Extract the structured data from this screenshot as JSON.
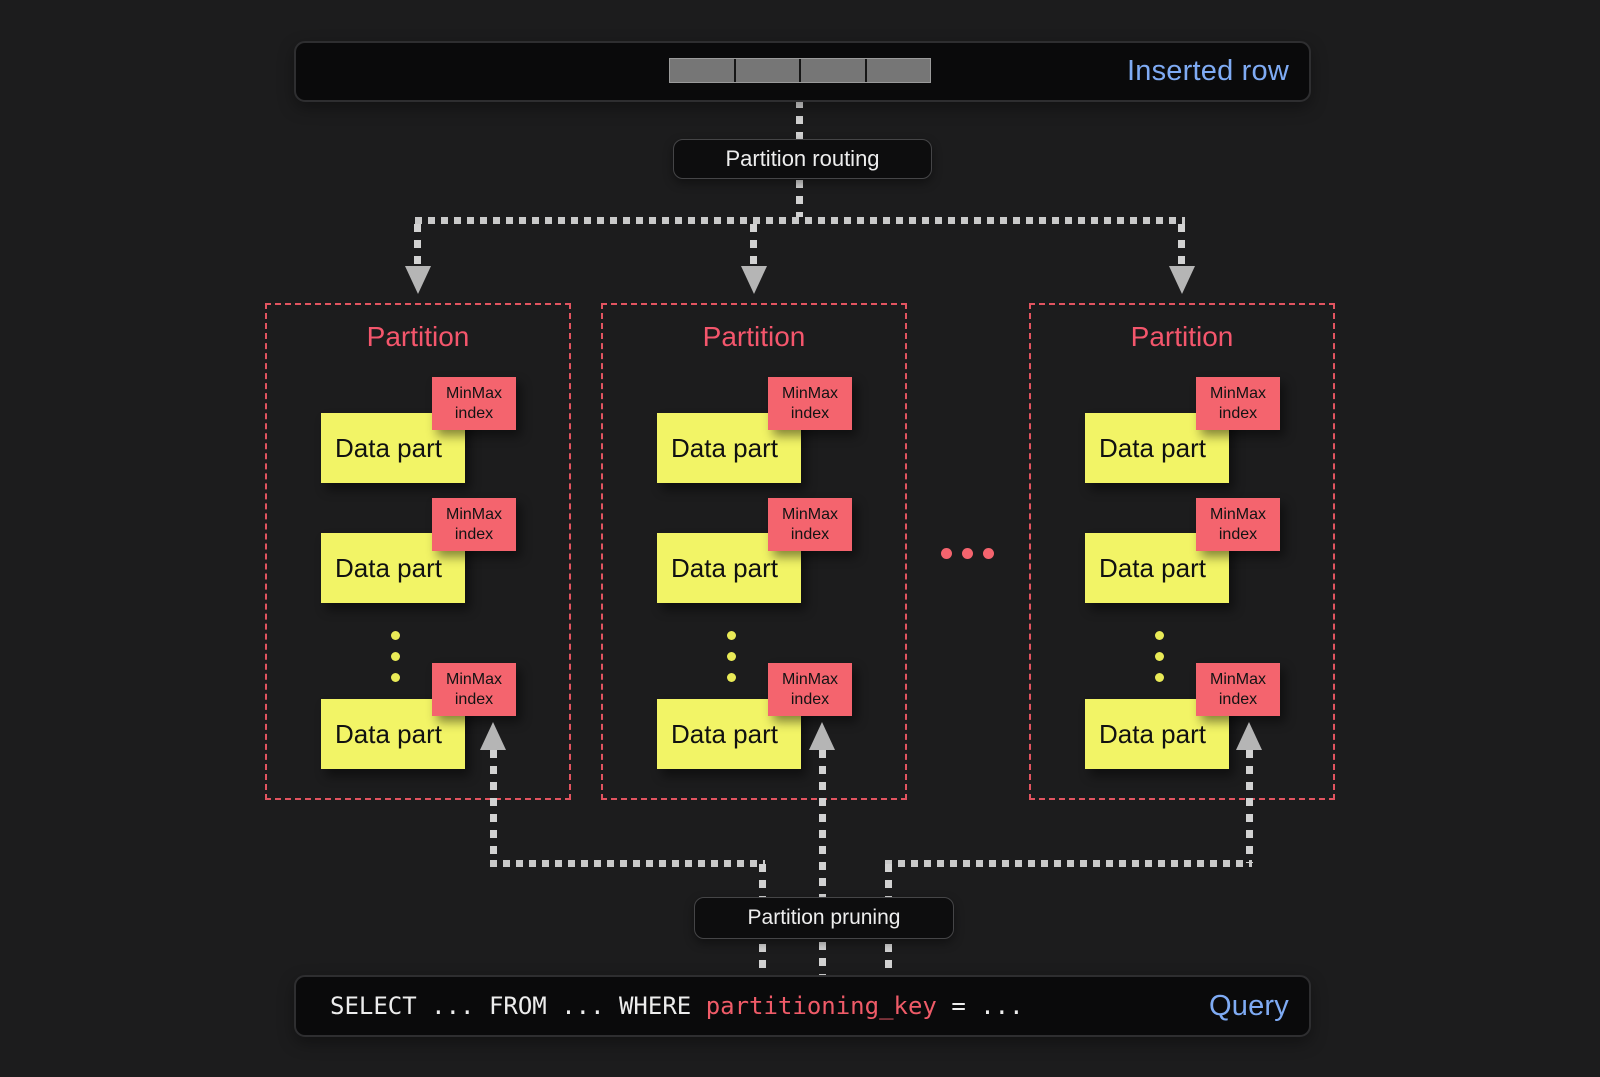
{
  "inserted_row_box": {
    "label": "Inserted row",
    "cell_count": 4
  },
  "flow_labels": {
    "routing": "Partition routing",
    "pruning": "Partition pruning"
  },
  "partitions": [
    {
      "title": "Partition",
      "parts": [
        {
          "label": "Data part",
          "tag": "MinMax index"
        },
        {
          "label": "Data part",
          "tag": "MinMax index"
        },
        {
          "label": "Data part",
          "tag": "MinMax index"
        }
      ]
    },
    {
      "title": "Partition",
      "parts": [
        {
          "label": "Data part",
          "tag": "MinMax index"
        },
        {
          "label": "Data part",
          "tag": "MinMax index"
        },
        {
          "label": "Data part",
          "tag": "MinMax index"
        }
      ]
    },
    {
      "title": "Partition",
      "parts": [
        {
          "label": "Data part",
          "tag": "MinMax index"
        },
        {
          "label": "Data part",
          "tag": "MinMax index"
        },
        {
          "label": "Data part",
          "tag": "MinMax index"
        }
      ]
    }
  ],
  "query_box": {
    "code_before": "SELECT ... FROM ... WHERE ",
    "code_key": "partitioning_key",
    "code_after": " = ...",
    "label": "Query"
  },
  "colors": {
    "accent_blue": "#7fabf4",
    "salmon": "#f4646e",
    "partition_border": "#e25460",
    "yellow": "#f2f466",
    "connector_gray": "#c9c9c9",
    "background": "#1c1c1d"
  }
}
